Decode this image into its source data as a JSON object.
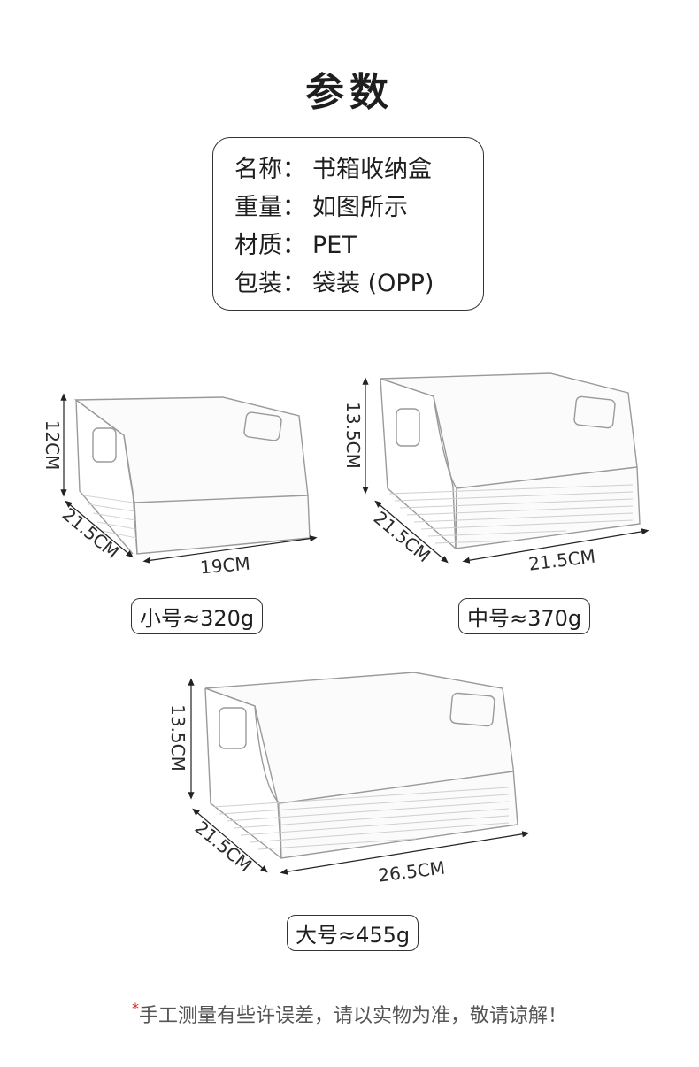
{
  "title": "参数",
  "specs": [
    {
      "key": "名称",
      "sep": "：",
      "value": "书箱收纳盒"
    },
    {
      "key": "重量",
      "sep": "：",
      "value": "如图所示"
    },
    {
      "key": "材质",
      "sep": "：",
      "value": "PET"
    },
    {
      "key": "包装",
      "sep": "：",
      "value": "袋装 (OPP)"
    }
  ],
  "products": [
    {
      "size": "小号",
      "weight_label": "小号≈320g",
      "height": "12CM",
      "depth": "21.5CM",
      "width": "19CM"
    },
    {
      "size": "中号",
      "weight_label": "中号≈370g",
      "height": "13.5CM",
      "depth": "21.5CM",
      "width": "21.5CM"
    },
    {
      "size": "大号",
      "weight_label": "大号≈455g",
      "height": "13.5CM",
      "depth": "21.5CM",
      "width": "26.5CM"
    }
  ],
  "note": {
    "star": "*",
    "text": "手工测量有些许误差，请以实物为准，敬请谅解！",
    "star_color": "#e02020"
  }
}
